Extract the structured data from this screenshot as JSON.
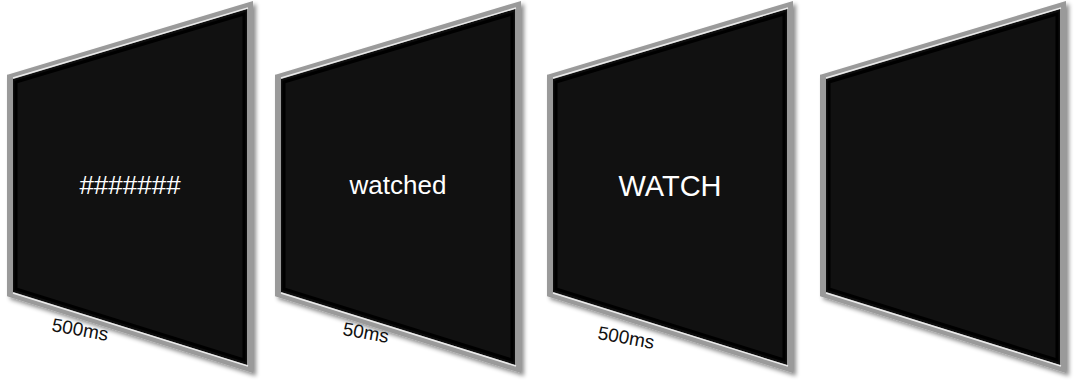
{
  "diagram": {
    "nodes": [
      {
        "text": [
          "#######"
        ]
      },
      {
        "text": [
          "watched"
        ]
      },
      {
        "text": [
          "WATCH"
        ]
      }
    ],
    "labels": [
      "500ms",
      "50ms",
      "500ms"
    ]
  }
}
